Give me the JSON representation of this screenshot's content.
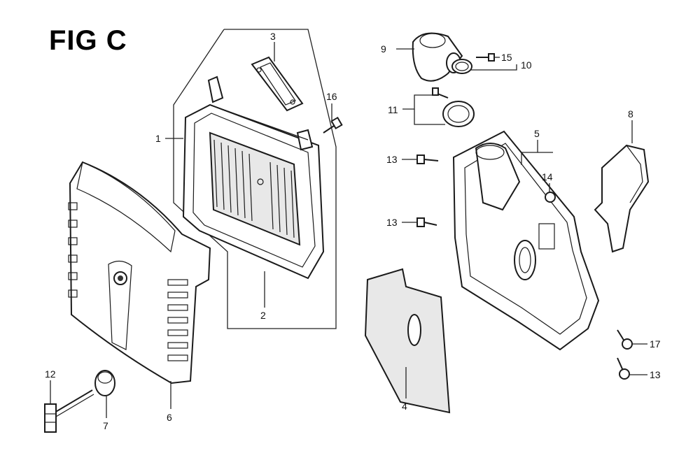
{
  "figure": {
    "title": "FIG C"
  },
  "callouts": {
    "c1": "1",
    "c2": "2",
    "c3": "3",
    "c4": "4",
    "c5": "5",
    "c6": "6",
    "c7": "7",
    "c8": "8",
    "c9": "9",
    "c10": "10",
    "c11": "11",
    "c12": "12",
    "c13a": "13",
    "c13b": "13",
    "c13c": "13",
    "c14": "14",
    "c15": "15",
    "c16": "16",
    "c17": "17"
  }
}
